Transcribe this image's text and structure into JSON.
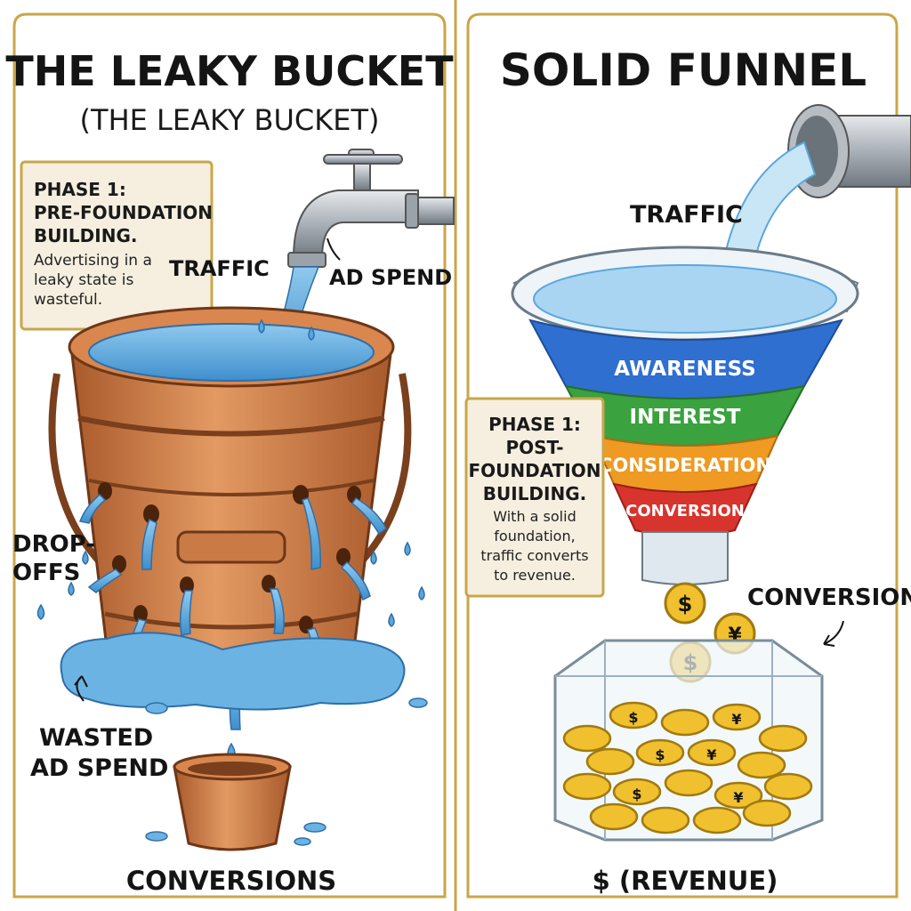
{
  "left_panel": {
    "title": "THE LEAKY BUCKET",
    "subtitle": "(THE LEAKY BUCKET)",
    "phase_box": {
      "heading": [
        "PHASE 1:",
        "PRE-FOUNDATION",
        "BUILDING."
      ],
      "body": [
        "Advertising in a",
        "leaky state is",
        "wasteful."
      ]
    },
    "labels": {
      "traffic": "TRAFFIC",
      "ad_spend": "AD SPEND",
      "drop_offs": [
        "DROP-",
        "OFFS"
      ],
      "wasted_ad_spend": [
        "WASTED",
        "AD SPEND"
      ],
      "conversions": "CONVERSIONS"
    }
  },
  "right_panel": {
    "title": "SOLID FUNNEL",
    "labels": {
      "traffic": "TRAFFIC",
      "conversions": "CONVERSIONS",
      "revenue": "$ (REVENUE)"
    },
    "funnel_stages": [
      {
        "label": "AWARENESS",
        "color": "#2f6fd0"
      },
      {
        "label": "INTEREST",
        "color": "#3aa23e"
      },
      {
        "label": "CONSIDERATION",
        "color": "#ee9a23"
      },
      {
        "label": "CONVERSION",
        "color": "#d8342e"
      }
    ],
    "phase_box": {
      "heading": [
        "PHASE 1:",
        "POST-",
        "FOUNDATION",
        "BUILDING."
      ],
      "body": [
        "With a solid",
        "foundation,",
        "traffic converts",
        "to revenue."
      ]
    },
    "coin_symbols": [
      "$",
      "¥"
    ]
  },
  "colors": {
    "border_gold": "#c9a64a",
    "copper": "#c97a45",
    "copper_dark": "#8a4a22",
    "water": "#5aa7dc",
    "coin": "#f0c02e"
  }
}
